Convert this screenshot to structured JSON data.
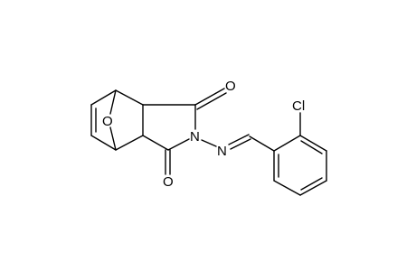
{
  "molecule": {
    "atom_labels": {
      "o_carbonyl_top": "O",
      "o_carbonyl_bottom": "O",
      "o_bridge": "O",
      "n_imide": "N",
      "n_imine": "N",
      "cl": "Cl"
    }
  },
  "colors": {
    "bond": "#000000",
    "text": "#000000",
    "background": "#ffffff"
  }
}
